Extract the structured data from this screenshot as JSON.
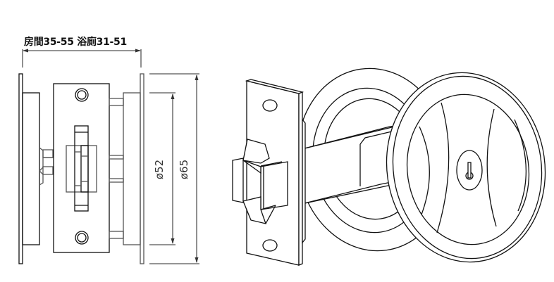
{
  "drawing": {
    "title": "Sliding door pocket lock – dimensional and isometric drawing",
    "dimensions": {
      "door_thickness_label": "房間35-55  浴廁31-51",
      "inner_diameter_label": "ø52",
      "outer_diameter_label": "ø65"
    },
    "views": [
      {
        "name": "side-elevation",
        "description": "side view with escutcheon plates, latch faceplate and spindle"
      },
      {
        "name": "isometric-view",
        "description": "latch faceplate with bolt and round privacy pull with key slot"
      }
    ],
    "colors": {
      "line": "#111111",
      "dimension_line": "#555555",
      "background": "#ffffff"
    }
  }
}
